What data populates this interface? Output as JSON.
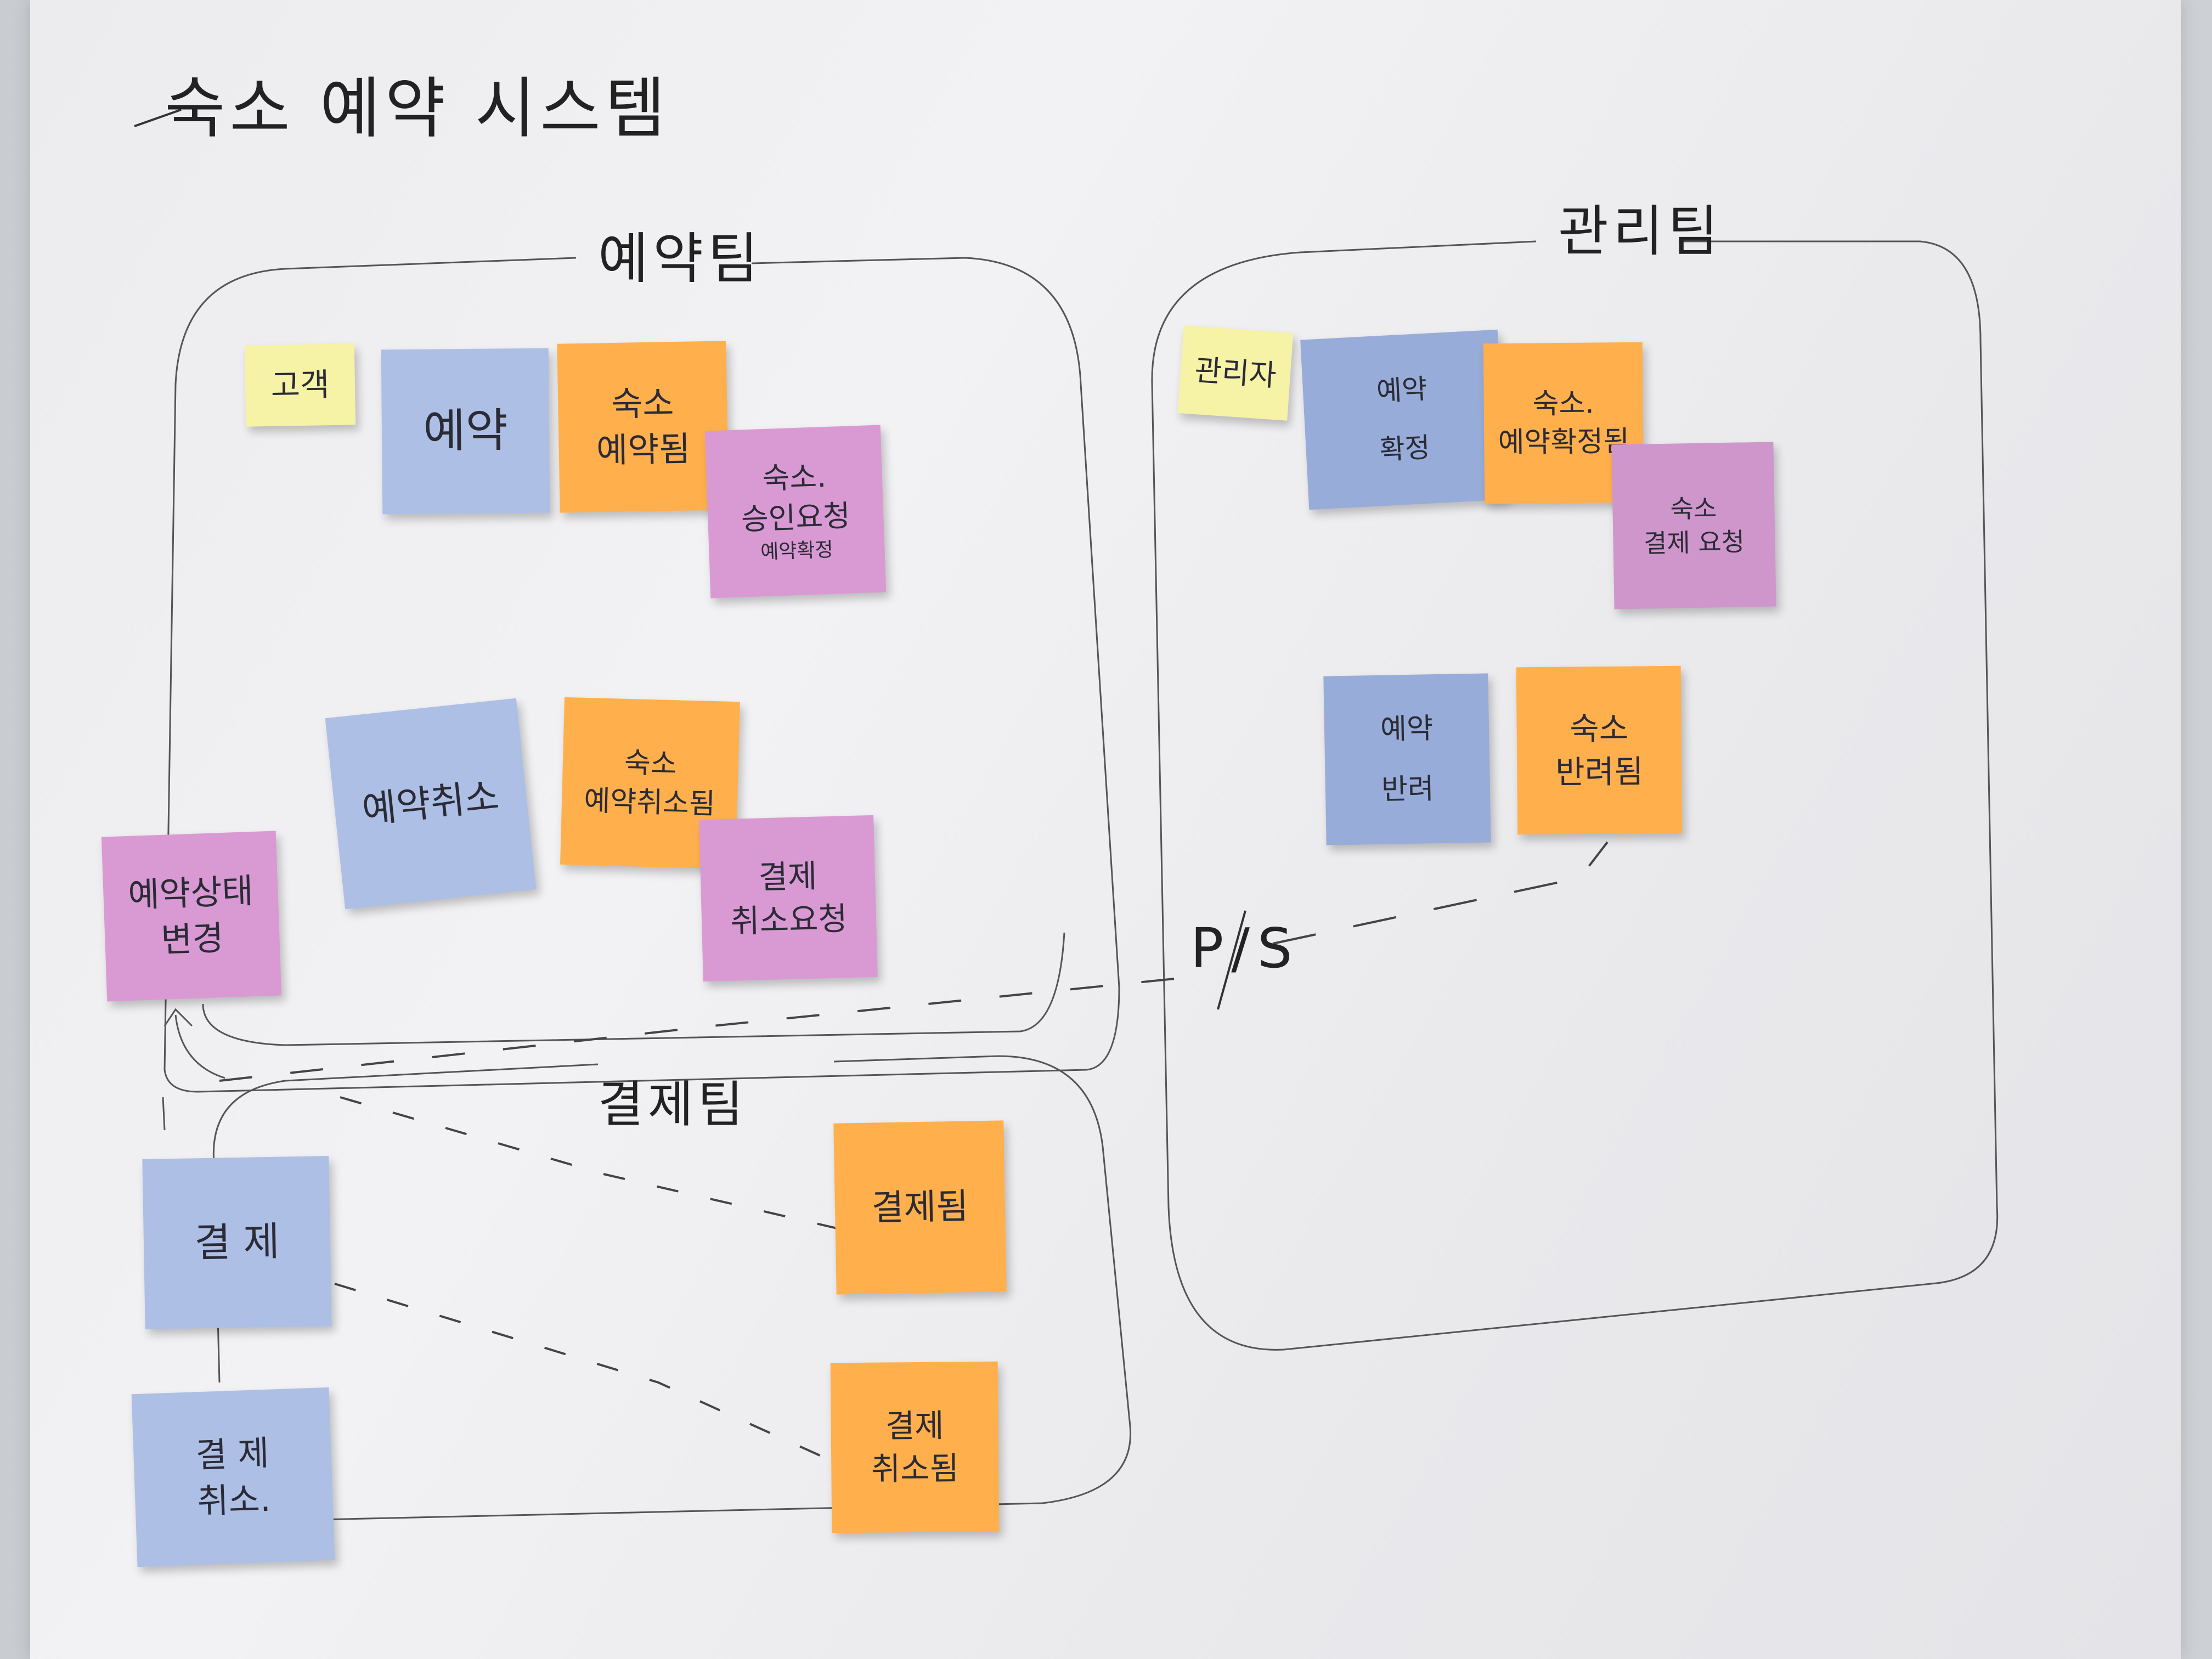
{
  "board": {
    "title": "숙소 예약 시스템",
    "contexts": [
      {
        "id": "reservation",
        "label": "예약팀"
      },
      {
        "id": "management",
        "label": "관리팀"
      },
      {
        "id": "payment",
        "label": "결제팀"
      }
    ],
    "connector_label": "P/S"
  },
  "notes": {
    "customer": {
      "lines": [
        "고객"
      ]
    },
    "reserve": {
      "lines": [
        "예약"
      ]
    },
    "lodging_reserved": {
      "lines": [
        "숙소",
        "예약됨"
      ]
    },
    "lodging_approval_request": {
      "lines": [
        "숙소.",
        "승인요청",
        "예약확정"
      ]
    },
    "reserve_cancel": {
      "lines": [
        "예약취소"
      ]
    },
    "lodging_cancelled": {
      "lines": [
        "숙소",
        "예약취소됨"
      ]
    },
    "payment_cancel_request": {
      "lines": [
        "결제",
        "취소요청"
      ]
    },
    "reservation_status_change": {
      "lines": [
        "예약상태",
        "변경"
      ]
    },
    "admin": {
      "lines": [
        "관리자"
      ]
    },
    "reserve_confirm": {
      "lines": [
        "예약",
        "확정"
      ]
    },
    "lodging_reserve_confirmed": {
      "lines": [
        "숙소.",
        "예약확정됨"
      ]
    },
    "lodging_payment_request": {
      "lines": [
        "숙소",
        "결제 요청"
      ]
    },
    "reserve_reject": {
      "lines": [
        "예약",
        "반려"
      ]
    },
    "lodging_rejected": {
      "lines": [
        "숙소",
        "반려됨"
      ]
    },
    "payment": {
      "lines": [
        "결 제"
      ]
    },
    "payment_done": {
      "lines": [
        "결제됨"
      ]
    },
    "payment_cancel": {
      "lines": [
        "결 제",
        "취소."
      ]
    },
    "payment_cancelled": {
      "lines": [
        "결제",
        "취소됨"
      ]
    }
  }
}
